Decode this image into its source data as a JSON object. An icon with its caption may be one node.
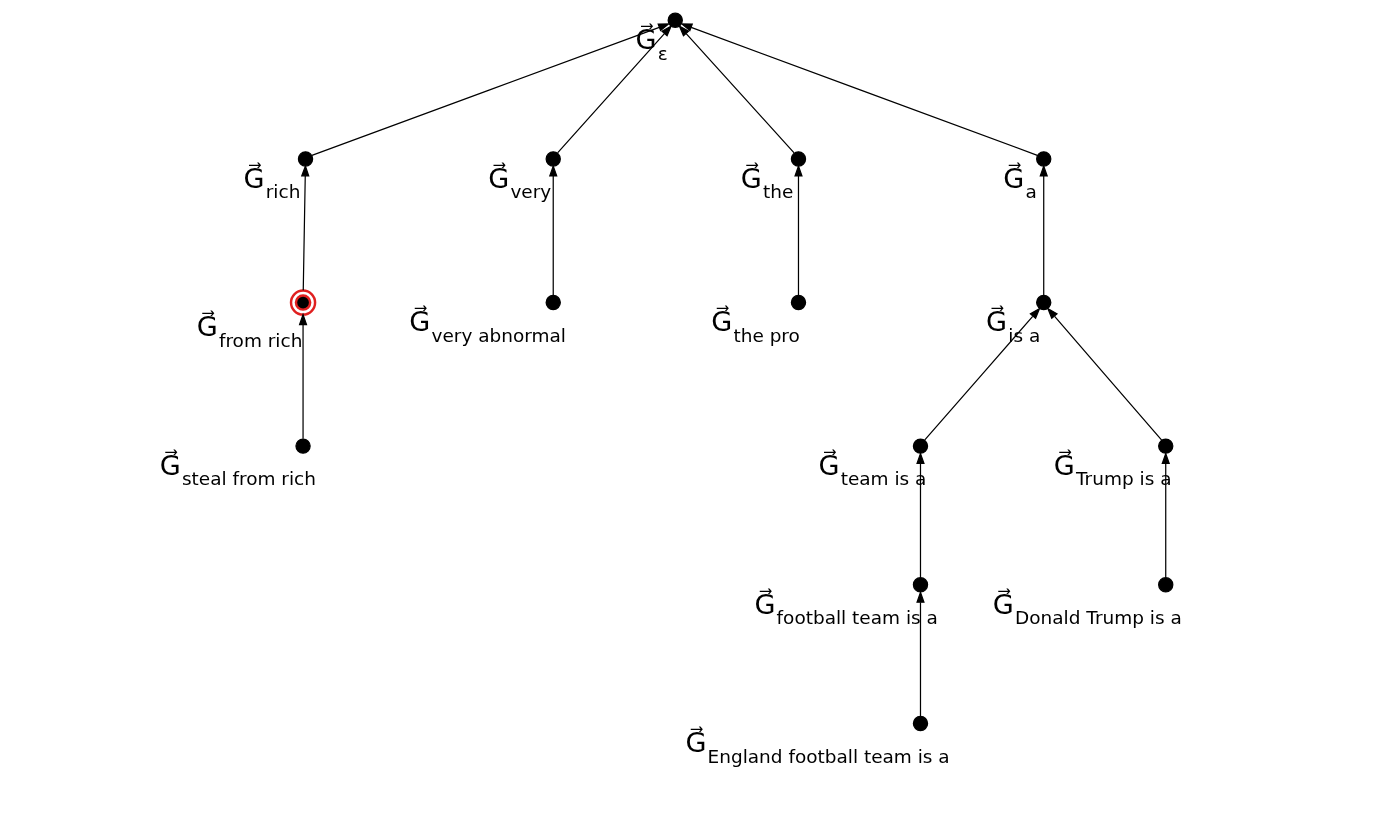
{
  "diagram": {
    "nodes": [
      {
        "text": [],
        "shape": "circle",
        "beside": [
          "G⃗$_{ε}$"
        ]
      },
      {
        "text": [],
        "shape": "circle",
        "beside": [
          "G⃗$_{rich}$"
        ]
      },
      {
        "text": [],
        "shape": "circle",
        "beside": [
          "G⃗$_{from rich}$"
        ]
      },
      {
        "text": [],
        "shape": "circle",
        "beside": [
          "G⃗$_{steal from rich}$"
        ]
      },
      {
        "text": [],
        "shape": "circle",
        "beside": [
          "G⃗$_{very}$"
        ]
      },
      {
        "text": [],
        "shape": "circle",
        "beside": [
          "G⃗$_{very abnormal}$"
        ]
      },
      {
        "text": [],
        "shape": "circle",
        "beside": [
          "G⃗$_{the}$"
        ]
      },
      {
        "text": [],
        "shape": "circle",
        "beside": [
          "G⃗$_{the pro}$"
        ]
      },
      {
        "text": [],
        "shape": "circle",
        "beside": [
          "G⃗$_{a}$"
        ]
      },
      {
        "text": [],
        "shape": "circle",
        "beside": [
          "G⃗$_{is a}$"
        ]
      },
      {
        "text": [],
        "shape": "circle",
        "beside": [
          "G⃗$_{team is a}$"
        ]
      },
      {
        "text": [],
        "shape": "circle",
        "beside": [
          "G⃗$_{football team is a}$"
        ]
      },
      {
        "text": [],
        "shape": "circle",
        "beside": [
          "G⃗$_{England football team is a}$"
        ]
      },
      {
        "text": [],
        "shape": "circle",
        "beside": [
          "G⃗$_{Trump is a}$"
        ]
      },
      {
        "text": [],
        "shape": "circle",
        "beside": [
          "G⃗$_{Donald Trump is a}$"
        ]
      }
    ],
    "edges": [
      {
        "from": 1,
        "to": 0,
        "arrow": "to"
      },
      {
        "from": 2,
        "to": 1,
        "arrow": "to"
      },
      {
        "from": 3,
        "to": 2,
        "arrow": "to"
      },
      {
        "from": 4,
        "to": 0,
        "arrow": "to"
      },
      {
        "from": 5,
        "to": 4,
        "arrow": "to"
      },
      {
        "from": 6,
        "to": 0,
        "arrow": "to"
      },
      {
        "from": 7,
        "to": 6,
        "arrow": "to"
      },
      {
        "from": 8,
        "to": 0,
        "arrow": "to"
      },
      {
        "from": 9,
        "to": 8,
        "arrow": "to"
      },
      {
        "from": 10,
        "to": 9,
        "arrow": "to"
      },
      {
        "from": 11,
        "to": 10,
        "arrow": "to"
      },
      {
        "from": 12,
        "to": 11,
        "arrow": "to"
      },
      {
        "from": 13,
        "to": 9,
        "arrow": "to"
      },
      {
        "from": 14,
        "to": 13,
        "arrow": "to"
      }
    ]
  }
}
